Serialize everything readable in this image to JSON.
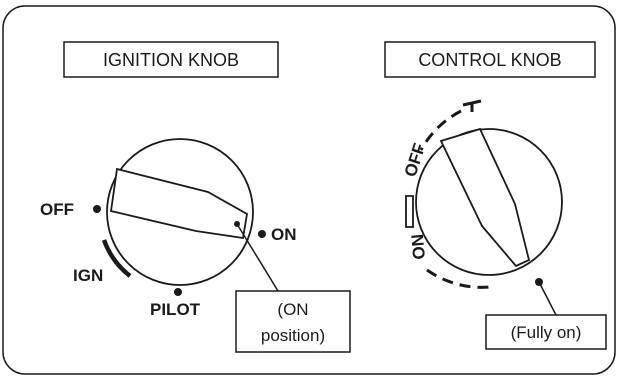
{
  "ignition_knob": {
    "title": "IGNITION KNOB",
    "positions": {
      "off": "OFF",
      "ign": "IGN",
      "pilot": "PILOT",
      "on": "ON"
    },
    "callout": {
      "line1": "(ON",
      "line2": "position)"
    }
  },
  "control_knob": {
    "title": "CONTROL KNOB",
    "scale_labels": {
      "off": "OFF",
      "on": "ON"
    },
    "callout": "(Fully on)"
  },
  "colors": {
    "stroke": "#1a1a1a",
    "background": "#ffffff"
  }
}
